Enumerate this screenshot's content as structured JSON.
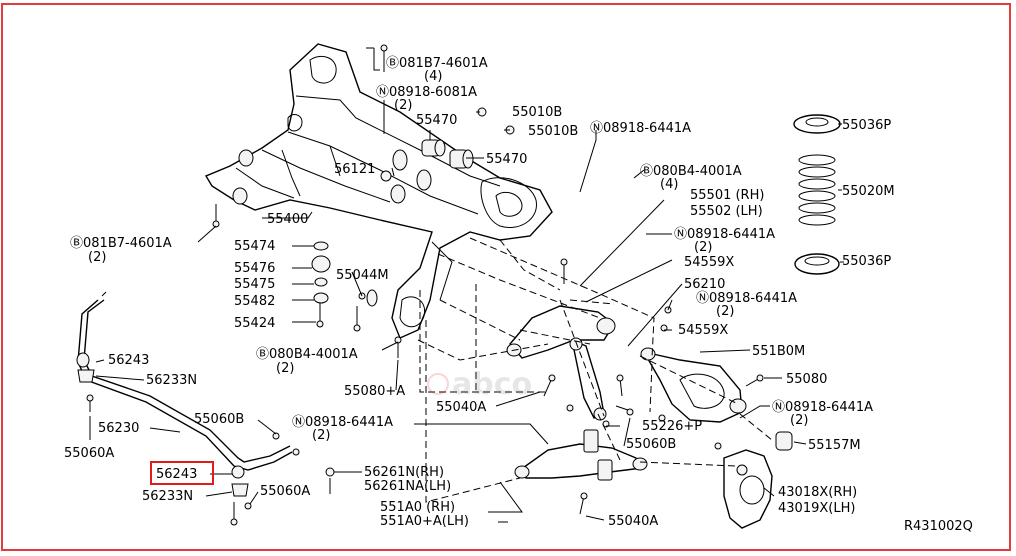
{
  "diagram": {
    "ref_code": "R431002Q",
    "watermark": "abco",
    "highlighted_part": "56243"
  },
  "labels": {
    "b_081B7_4601A_top": "Ⓑ081B7-4601A",
    "b_081B7_4601A_top_qty": "(4)",
    "n_08918_6081A": "Ⓝ08918-6081A",
    "n_08918_6081A_qty": "(2)",
    "p55010B_a": "55010B",
    "p55010B_b": "55010B",
    "p55470_a": "55470",
    "p55470_b": "55470",
    "p56121": "56121",
    "n_08918_6441A_top": "Ⓝ08918-6441A",
    "b_080B4_4001A_top": "Ⓑ080B4-4001A",
    "b_080B4_4001A_top_qty": "(4)",
    "p55036P_top": "55036P",
    "p55020M": "55020M",
    "p55036P_bot": "55036P",
    "p55501": "55501 (RH)",
    "p55502": "55502 (LH)",
    "p55400": "55400",
    "b_081B7_4601A_left": "Ⓑ081B7-4601A",
    "b_081B7_4601A_left_qty": "(2)",
    "p55474": "55474",
    "p55476": "55476",
    "p55475": "55475",
    "p55482": "55482",
    "p55424": "55424",
    "p55044M": "55044M",
    "n_08918_6441A_r1": "Ⓝ08918-6441A",
    "n_08918_6441A_r1_qty": "(2)",
    "p54559X_a": "54559X",
    "p56210": "56210",
    "n_08918_6441A_r2": "Ⓝ08918-6441A",
    "n_08918_6441A_r2_qty": "(2)",
    "p54559X_b": "54559X",
    "b_080B4_4001A_mid": "Ⓑ080B4-4001A",
    "b_080B4_4001A_mid_qty": "(2)",
    "p551B0M": "551B0M",
    "p56243_a": "56243",
    "p56233N_a": "56233N",
    "p55080A": "55080+A",
    "p55080": "55080",
    "p55040A_a": "55040A",
    "n_08918_6441A_r3": "Ⓝ08918-6441A",
    "n_08918_6441A_r3_qty": "(2)",
    "p55226P": "55226+P",
    "p55060B_a": "55060B",
    "p55060B_b": "55060B",
    "n_08918_6441A_mid": "Ⓝ08918-6441A",
    "n_08918_6441A_mid_qty": "(2)",
    "p56230": "56230",
    "p55060A_a": "55060A",
    "p55157M": "55157M",
    "p56243_b": "56243",
    "p56261N": "56261N(RH)",
    "p56261NA": "56261NA(LH)",
    "p56233N_b": "56233N",
    "p55060A_b": "55060A",
    "p43018X": "43018X(RH)",
    "p43019X": "43019X(LH)",
    "p551A0": "551A0 (RH)",
    "p551A0A": "551A0+A(LH)",
    "p55040A_b": "55040A"
  }
}
